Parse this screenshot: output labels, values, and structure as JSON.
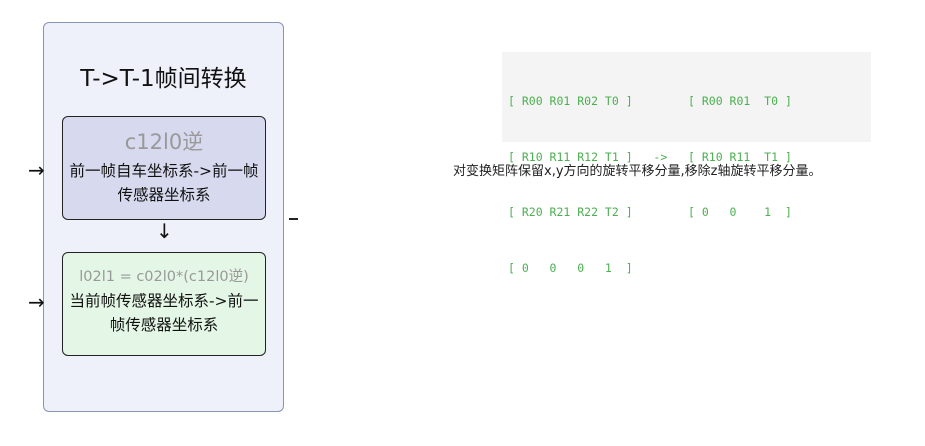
{
  "group": {
    "title": "T->T-1帧间转换",
    "box1": {
      "head": "c12l0逆",
      "body": "前一帧自车坐标系->前一帧传感器坐标系"
    },
    "box2": {
      "head": "l02l1 = c02l0*(c12l0逆)",
      "body": "当前帧传感器坐标系->前一帧传感器坐标系"
    },
    "arrow_in": "→",
    "arrow_down": "↓"
  },
  "code_block": {
    "lines": [
      "[ R00 R01 R02 T0 ]        [ R00 R01  T0 ]",
      "[ R10 R11 R12 T1 ]   ->   [ R10 R11  T1 ]",
      "[ R20 R21 R22 T2 ]        [ 0   0    1  ]",
      "[ 0   0   0   1  ]"
    ]
  },
  "note": "对变换矩阵保留x,y方向的旋转平移分量,移除z轴旋转平移分量。",
  "colors": {
    "box1_fill": "#d7daef",
    "box2_fill": "#e4f6e5",
    "group_fill": "#eef1f9",
    "code_text": "#4caf50"
  }
}
